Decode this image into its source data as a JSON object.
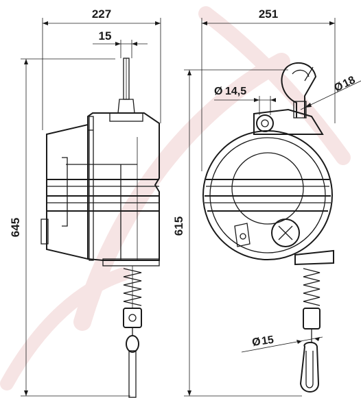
{
  "dimensions": {
    "side_width": "227",
    "hook_width": "15",
    "side_height": "645",
    "front_width": "251",
    "front_height": "615",
    "cable_diameter": "14,5",
    "hook_diameter": "18",
    "carabiner_diameter": "15",
    "diameter_symbol": "Ø"
  },
  "colors": {
    "line": "#1a1a1a",
    "watermark": "#e8b5b5",
    "background": "#ffffff"
  }
}
